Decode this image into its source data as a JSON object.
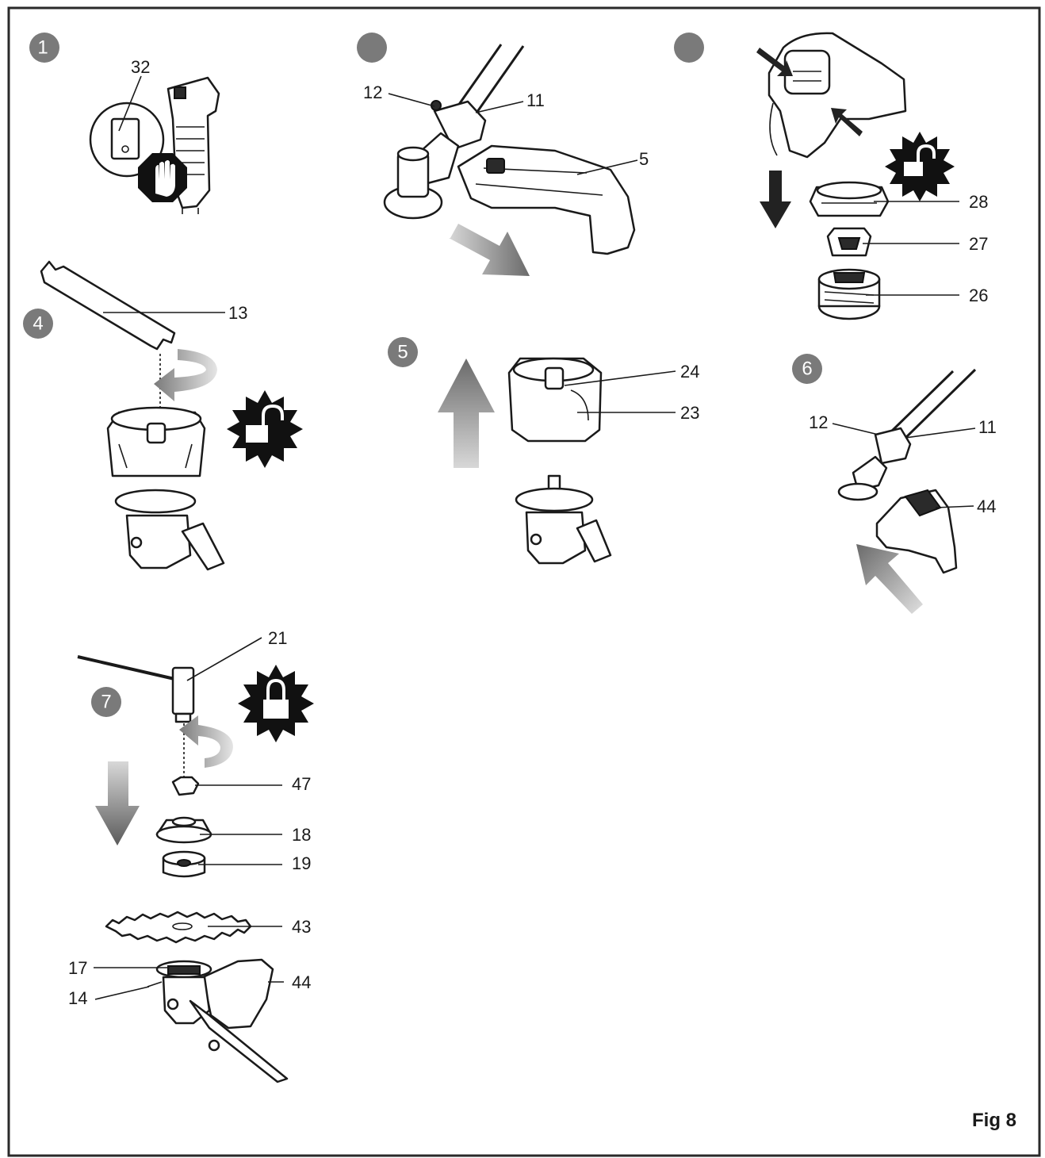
{
  "figure": {
    "label": "Fig 8"
  },
  "steps": {
    "s1": "1",
    "s2": "",
    "s3": "",
    "s4": "4",
    "s5": "5",
    "s6": "6",
    "s7": "7"
  },
  "callouts": {
    "c32": "32",
    "c12a": "12",
    "c11a": "11",
    "c5": "5",
    "c28": "28",
    "c27": "27",
    "c26": "26",
    "c13": "13",
    "c24": "24",
    "c23": "23",
    "c12b": "12",
    "c11b": "11",
    "c44a": "44",
    "c21": "21",
    "c47": "47",
    "c18": "18",
    "c19": "19",
    "c43": "43",
    "c17": "17",
    "c14": "14",
    "c44b": "44"
  },
  "icons": {
    "stop": "stop-hand-icon",
    "unlock": "unlock-badge-icon",
    "lock": "lock-badge-icon",
    "rotate": "rotate-arrow-icon",
    "direction": "direction-arrow-icon"
  },
  "colors": {
    "step_circle": "#7a7a7a",
    "arrow_grey": "#8a8a8a",
    "ink": "#1a1a1a"
  }
}
